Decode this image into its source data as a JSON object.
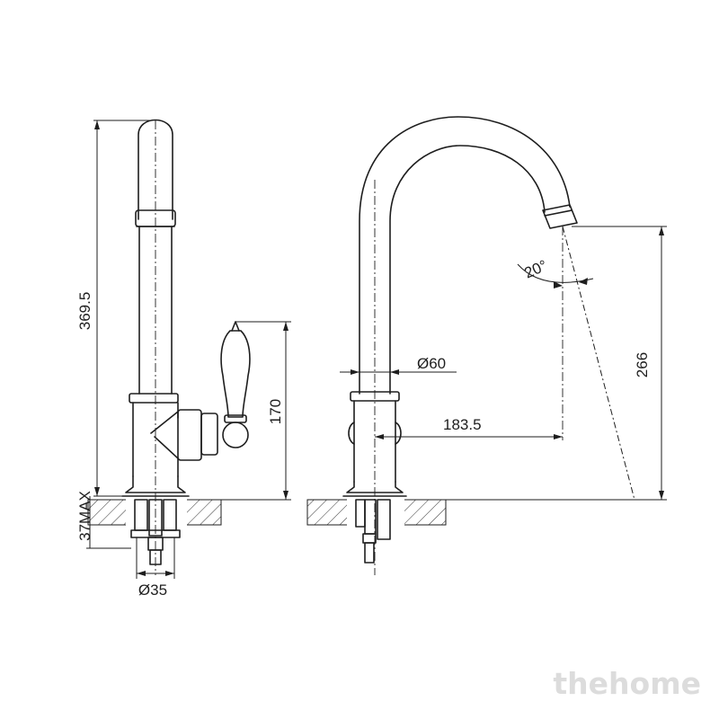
{
  "dimensions": {
    "total_height": "369.5",
    "mount_thickness": "37MAX",
    "handle_height": "170",
    "base_diameter_side": "Ø35",
    "base_diameter_front": "Ø60",
    "reach": "183.5",
    "spout_height": "266",
    "spout_angle": "20°"
  },
  "watermark": "thehome"
}
